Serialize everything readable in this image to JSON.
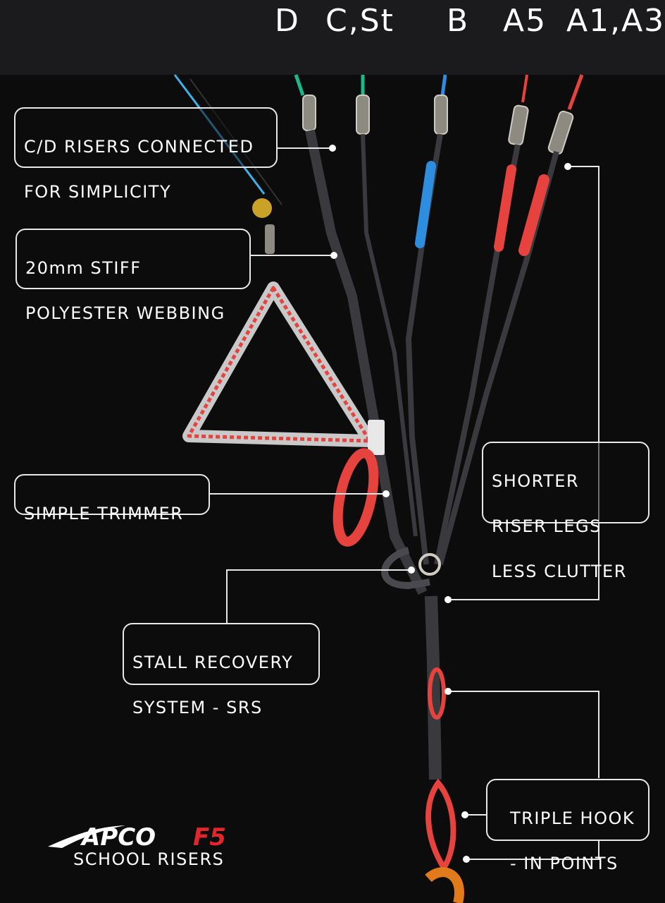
{
  "risers": [
    {
      "label": "D",
      "color": "#1bb88a"
    },
    {
      "label": "C,St",
      "color": "#1bb88a"
    },
    {
      "label": "B",
      "color": "#2f8de0"
    },
    {
      "label": "A5",
      "color": "#e6433f"
    },
    {
      "label": "A1,A3",
      "color": "#e6433f"
    }
  ],
  "callouts": {
    "cd_risers": {
      "line1": "C/D RISERS CONNECTED",
      "line2": "FOR SIMPLICITY"
    },
    "webbing": {
      "line1": "20mm STIFF",
      "line2": "POLYESTER WEBBING"
    },
    "trimmer": {
      "line1": "SIMPLE TRIMMER"
    },
    "srs": {
      "line1": "STALL RECOVERY",
      "line2": "SYSTEM - SRS"
    },
    "shorter": {
      "line1": "SHORTER",
      "line2": "RISER LEGS",
      "line3": "LESS CLUTTER"
    },
    "triple": {
      "line1": "TRIPLE HOOK",
      "line2": "- IN POINTS"
    }
  },
  "brand": {
    "logo_text": "APCO F5",
    "subtitle": "SCHOOL RISERS",
    "accent": "#e3262b"
  }
}
